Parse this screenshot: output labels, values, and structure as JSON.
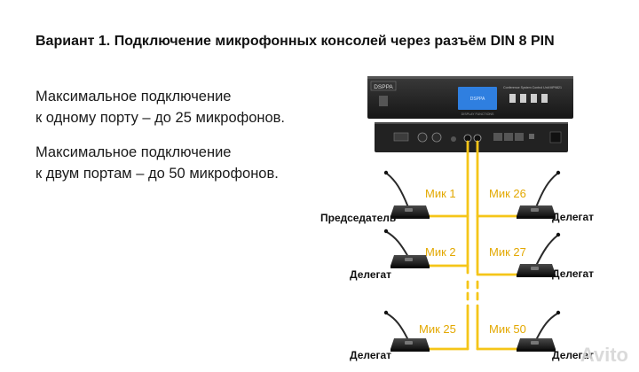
{
  "title": "Вариант 1. Подключение микрофонных консолей через разъём DIN 8 PIN",
  "paragraphs": [
    {
      "line1": "Максимальное подключение",
      "line2": "к одному порту – до 25 микрофонов."
    },
    {
      "line1": "Максимальное подключение",
      "line2": "к двум портам – до 50 микрофонов."
    }
  ],
  "device": {
    "brand": "DSPPA",
    "model_line": "Conference System Control Unit MP9821",
    "display_text": "DSPPA",
    "bottom_text": "DISPLAY  FUNCTIONS"
  },
  "left_branch": {
    "mics": [
      {
        "label": "Мик 1",
        "role": "Председатель"
      },
      {
        "label": "Мик 2",
        "role": "Делегат"
      },
      {
        "label": "Мик 25",
        "role": "Делегат"
      }
    ]
  },
  "right_branch": {
    "mics": [
      {
        "label": "Мик 26",
        "role": "Делегат"
      },
      {
        "label": "Мик 27",
        "role": "Делегат"
      },
      {
        "label": "Мик 50",
        "role": "Делегат"
      }
    ]
  },
  "colors": {
    "cable": "#f5c518",
    "device_dark": "#1e1e1e",
    "display": "#2f7fe0",
    "mic_body": "#2a2a2a"
  },
  "watermark": "Avito"
}
